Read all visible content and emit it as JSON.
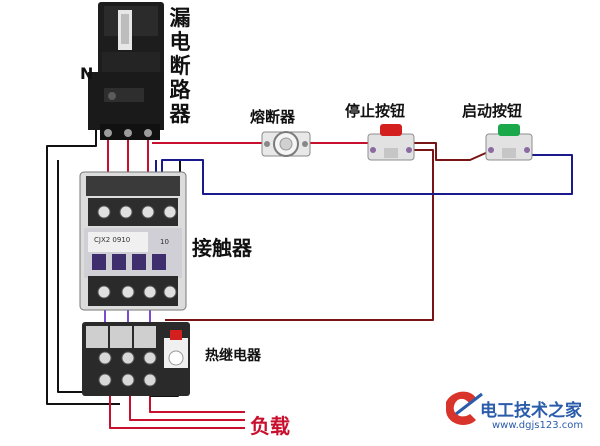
{
  "labels": {
    "breaker": "漏电断路器",
    "neutral": "N",
    "fuse": "熔断器",
    "stop_button": "停止按钮",
    "start_button": "启动按钮",
    "contactor": "接触器",
    "thermal_relay": "热继电器",
    "load": "负载",
    "contactor_model": "CJX2 0910",
    "contactor_rating": "10"
  },
  "watermark": {
    "name": "电工技术之家",
    "url": "www.dgjs123.com"
  },
  "colors": {
    "wire_red": "#c8102e",
    "wire_blue": "#1a1a8c",
    "wire_dark": "#7a1414",
    "wire_black": "#111111",
    "label_dark": "#111111",
    "load_red": "#c8102e",
    "watermark_blue": "#2a5caa",
    "watermark_red": "#d9342b"
  }
}
